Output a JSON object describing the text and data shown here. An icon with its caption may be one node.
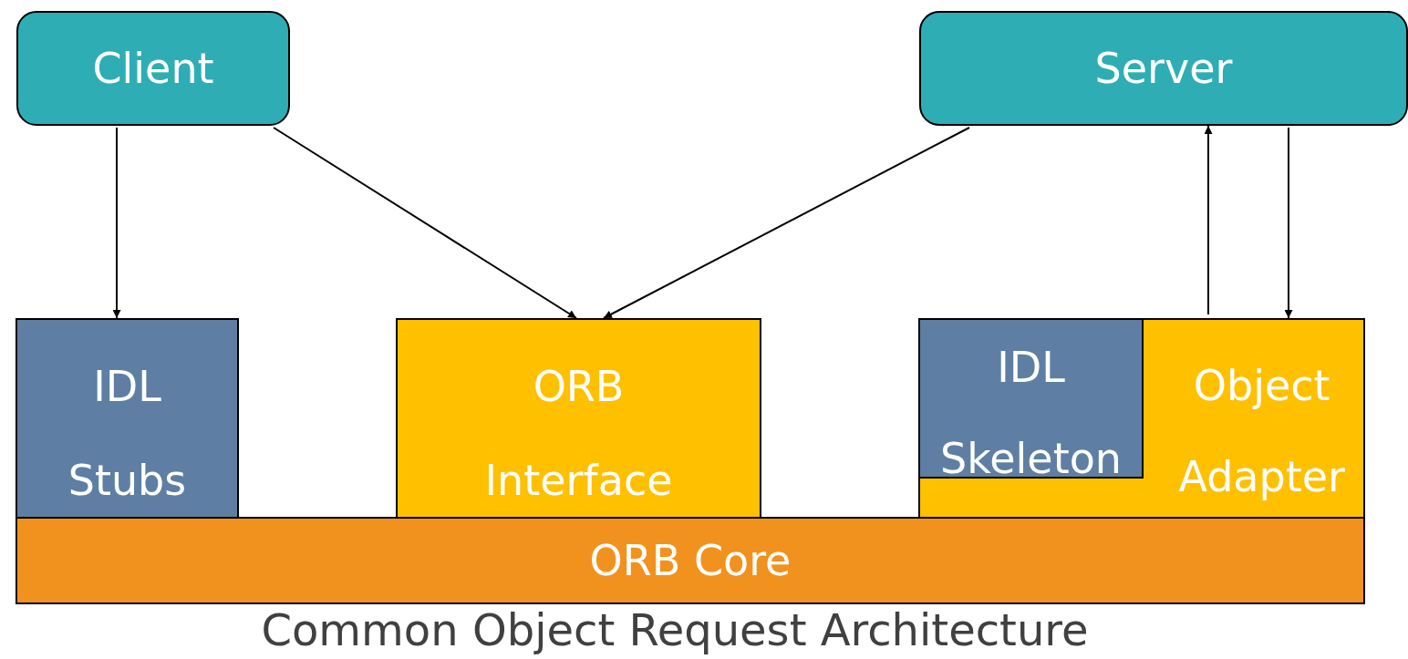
{
  "diagram": {
    "caption": "Common Object Request Architecture",
    "nodes": [
      {
        "text": [
          "Client"
        ]
      },
      {
        "text": [
          "Server"
        ]
      },
      {
        "text": [
          "IDL Stubs"
        ]
      },
      {
        "text": [
          "ORB Interface"
        ]
      },
      {
        "text": [
          "Object Adapter"
        ]
      },
      {
        "text": [
          "IDL Skeleton"
        ],
        "in": 4
      },
      {
        "text": [
          "ORB Core"
        ]
      }
    ],
    "edges": [
      {
        "from": 0,
        "to": 2,
        "arrow": "to"
      },
      {
        "from": 0,
        "to": 3,
        "arrow": "to"
      },
      {
        "from": 1,
        "to": 3,
        "arrow": "to"
      },
      {
        "from": 4,
        "to": 1,
        "arrow": "to"
      },
      {
        "from": 1,
        "to": 4,
        "arrow": "to"
      }
    ]
  }
}
